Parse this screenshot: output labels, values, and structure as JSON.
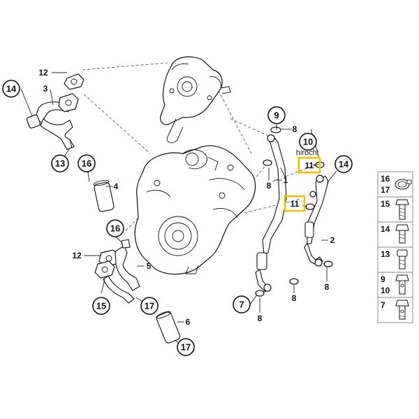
{
  "callouts": {
    "c14a": "14",
    "c3": "3",
    "c12a": "12",
    "c13": "13",
    "c16a": "16",
    "c4": "4",
    "c16b": "16",
    "c12b": "12",
    "c5": "5",
    "c15": "15",
    "c17a": "17",
    "c6": "6",
    "c17b": "17",
    "c9": "9",
    "c8a": "8",
    "c8b": "8",
    "c1": "1",
    "c7": "7",
    "c8c": "8",
    "c8d": "8",
    "c10": "10",
    "c11a": "11",
    "c11b": "11",
    "c14b": "14",
    "c2": "2",
    "c8e": "8"
  },
  "watermark": "hirochi",
  "highlight_color": "#f2c200",
  "legend": [
    {
      "nums": [
        "16",
        "17"
      ],
      "icon": "hose-clamp-icon"
    },
    {
      "nums": [
        "15"
      ],
      "icon": "hex-bolt-icon"
    },
    {
      "nums": [
        "14"
      ],
      "icon": "hex-bolt-short-icon"
    },
    {
      "nums": [
        "13"
      ],
      "icon": "socket-screw-icon"
    },
    {
      "nums": [
        "9",
        "10"
      ],
      "icon": "banjo-bolt-icon"
    },
    {
      "nums": [
        "7"
      ],
      "icon": "hollow-bolt-icon"
    }
  ]
}
